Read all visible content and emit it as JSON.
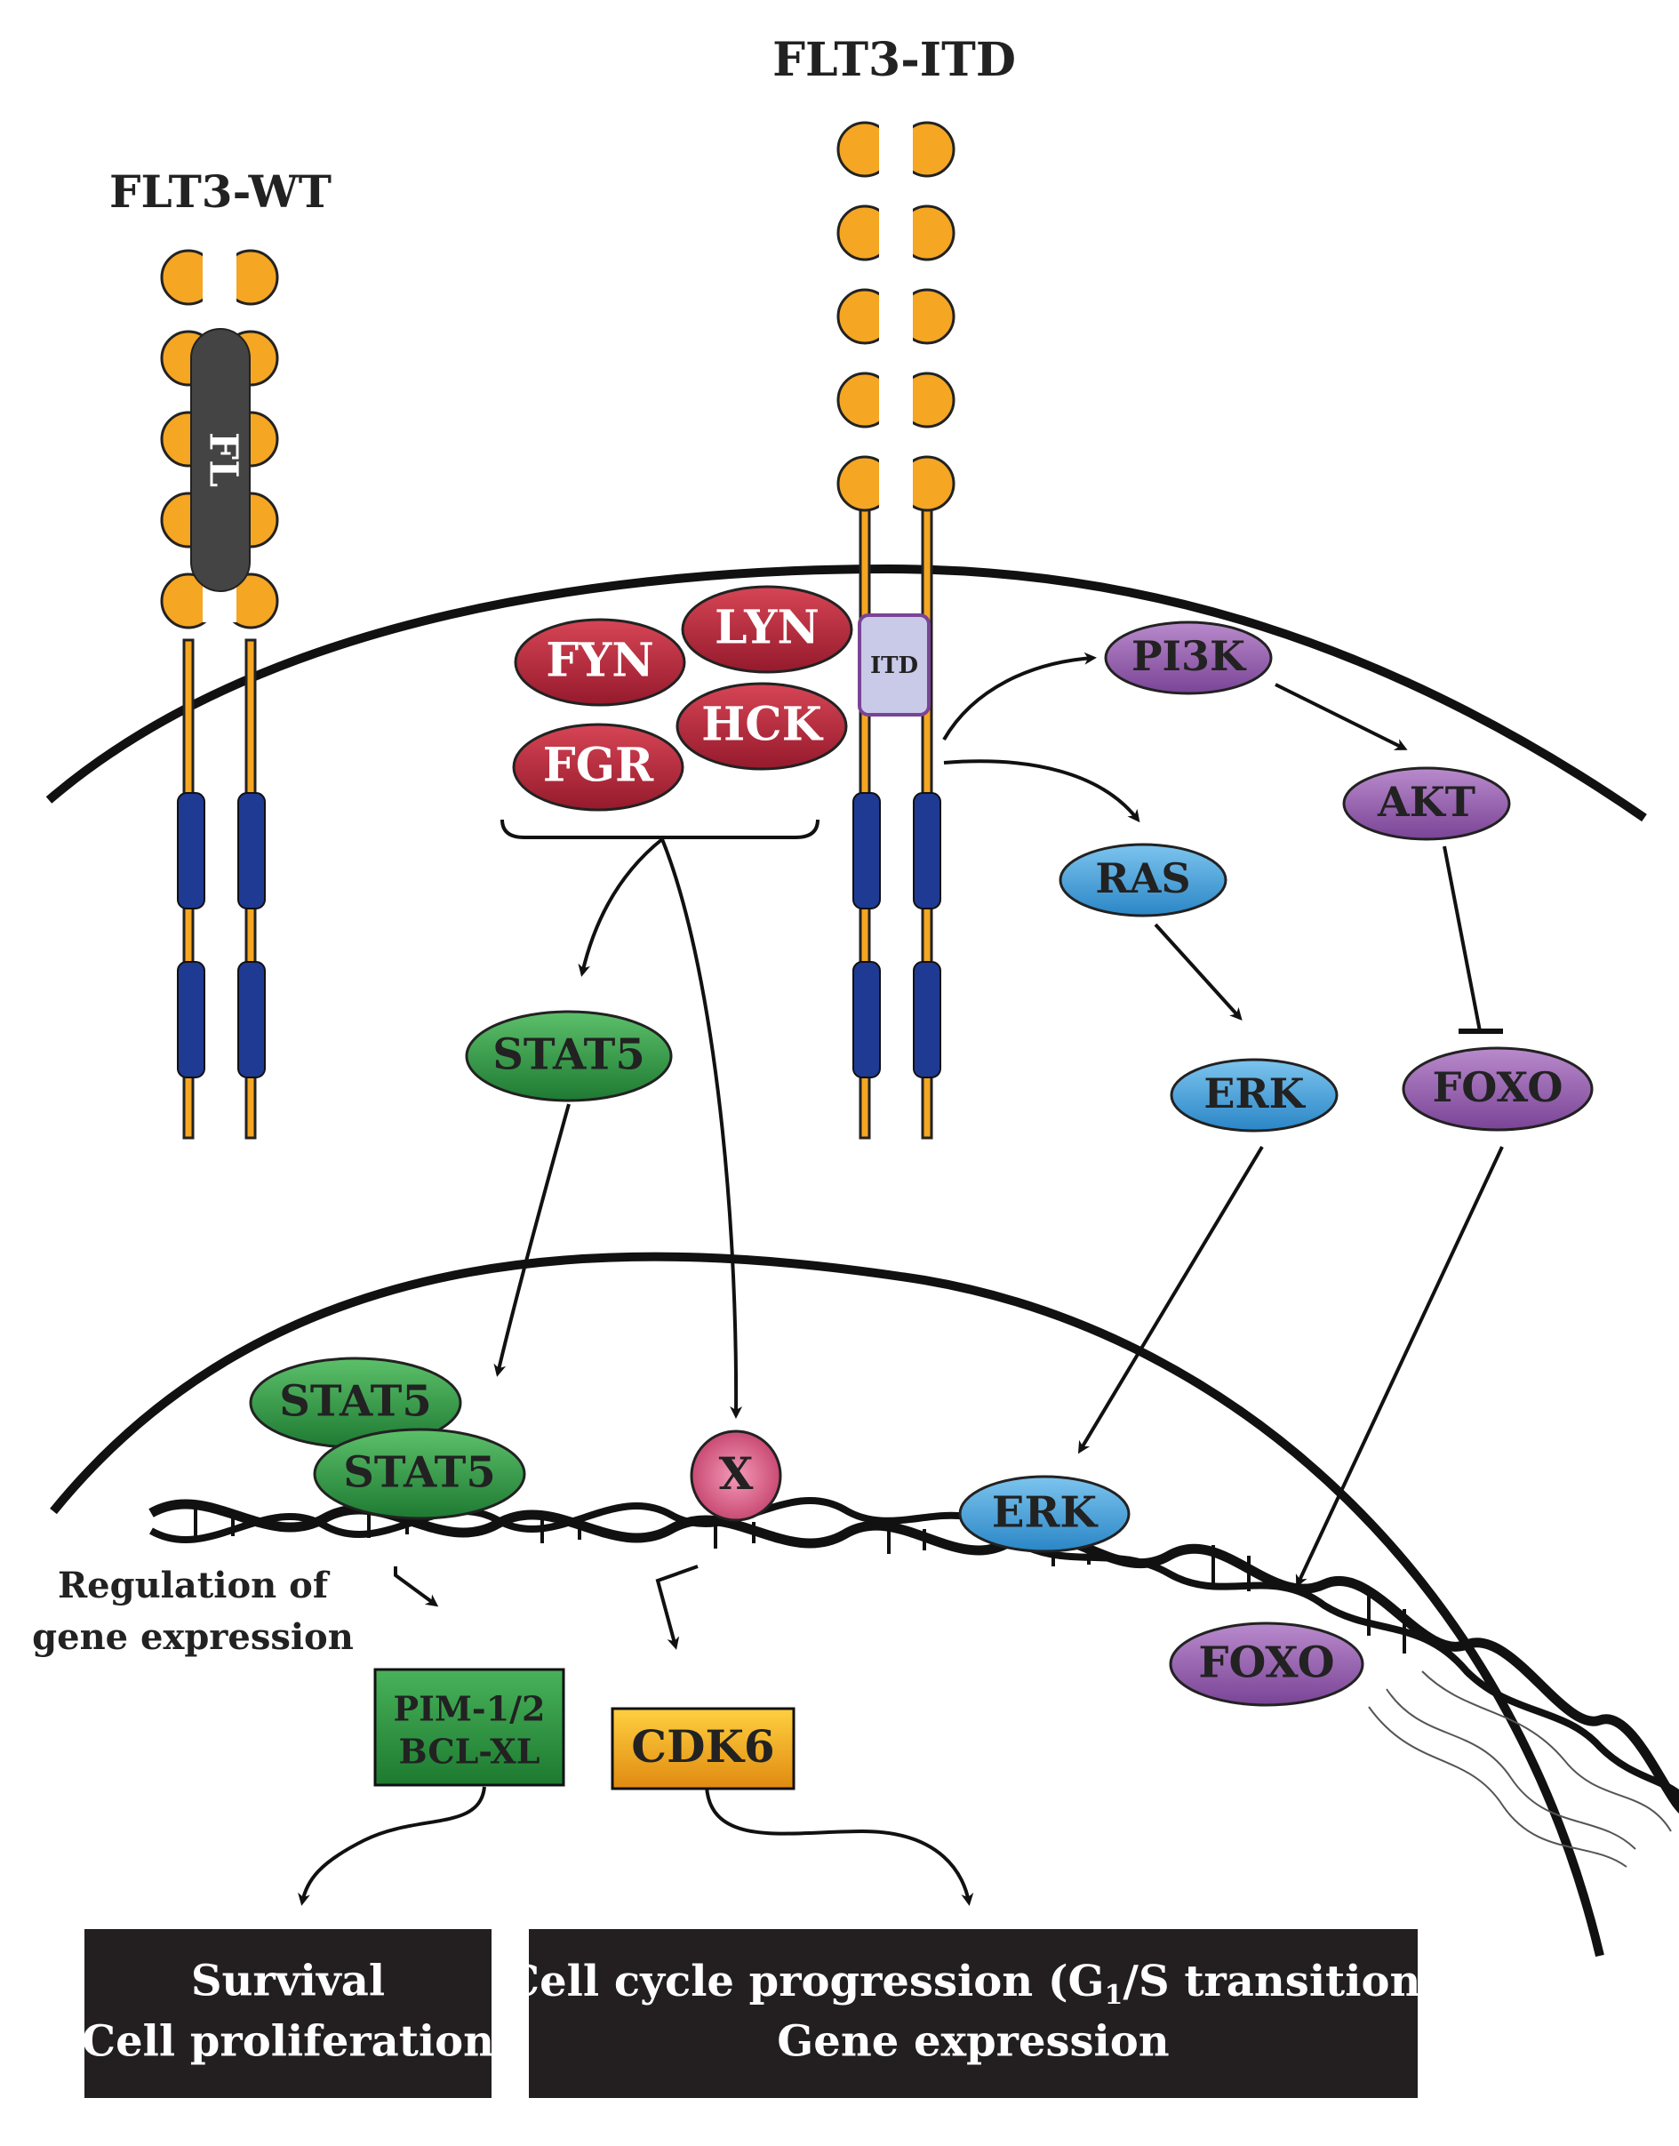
{
  "receptors": {
    "wt_title": "FLT3-WT",
    "itd_title": "FLT3-ITD",
    "ligand_label": "FL",
    "itd_label": "ITD"
  },
  "kinases": {
    "fyn": "FYN",
    "lyn": "LYN",
    "fgr": "FGR",
    "hck": "HCK"
  },
  "pathway": {
    "stat5_cyto": "STAT5",
    "pi3k": "PI3K",
    "akt": "AKT",
    "ras": "RAS",
    "erk_cyto": "ERK",
    "foxo_cyto": "FOXO"
  },
  "nucleus": {
    "stat5_a": "STAT5",
    "stat5_b": "STAT5",
    "x": "X",
    "erk": "ERK",
    "foxo": "FOXO",
    "regulation_line1": "Regulation of",
    "regulation_line2": "gene expression",
    "pim_line1": "PIM-1/2",
    "pim_line2": "BCL-XL",
    "cdk6": "CDK6"
  },
  "outcomes": {
    "left_line1": "Survival",
    "left_line2": "Cell proliferation",
    "right_line1_main": "Cell cycle progression (G",
    "right_line1_sub": "1",
    "right_line1_tail": "/S transition)",
    "right_line2": "Gene expression"
  },
  "colors": {
    "orange": "#F5A623",
    "navy": "#1F3A93",
    "red": "#B5263A",
    "purple": "#8E5BA8",
    "blue": "#3E9BD6",
    "green": "#2E9B45",
    "ligand_gray": "#444444",
    "itd_box": "#C9C9E8",
    "pink": "#D9567A",
    "cdk6_orange": "#F0A020",
    "outcome_bg": "#231F20"
  }
}
